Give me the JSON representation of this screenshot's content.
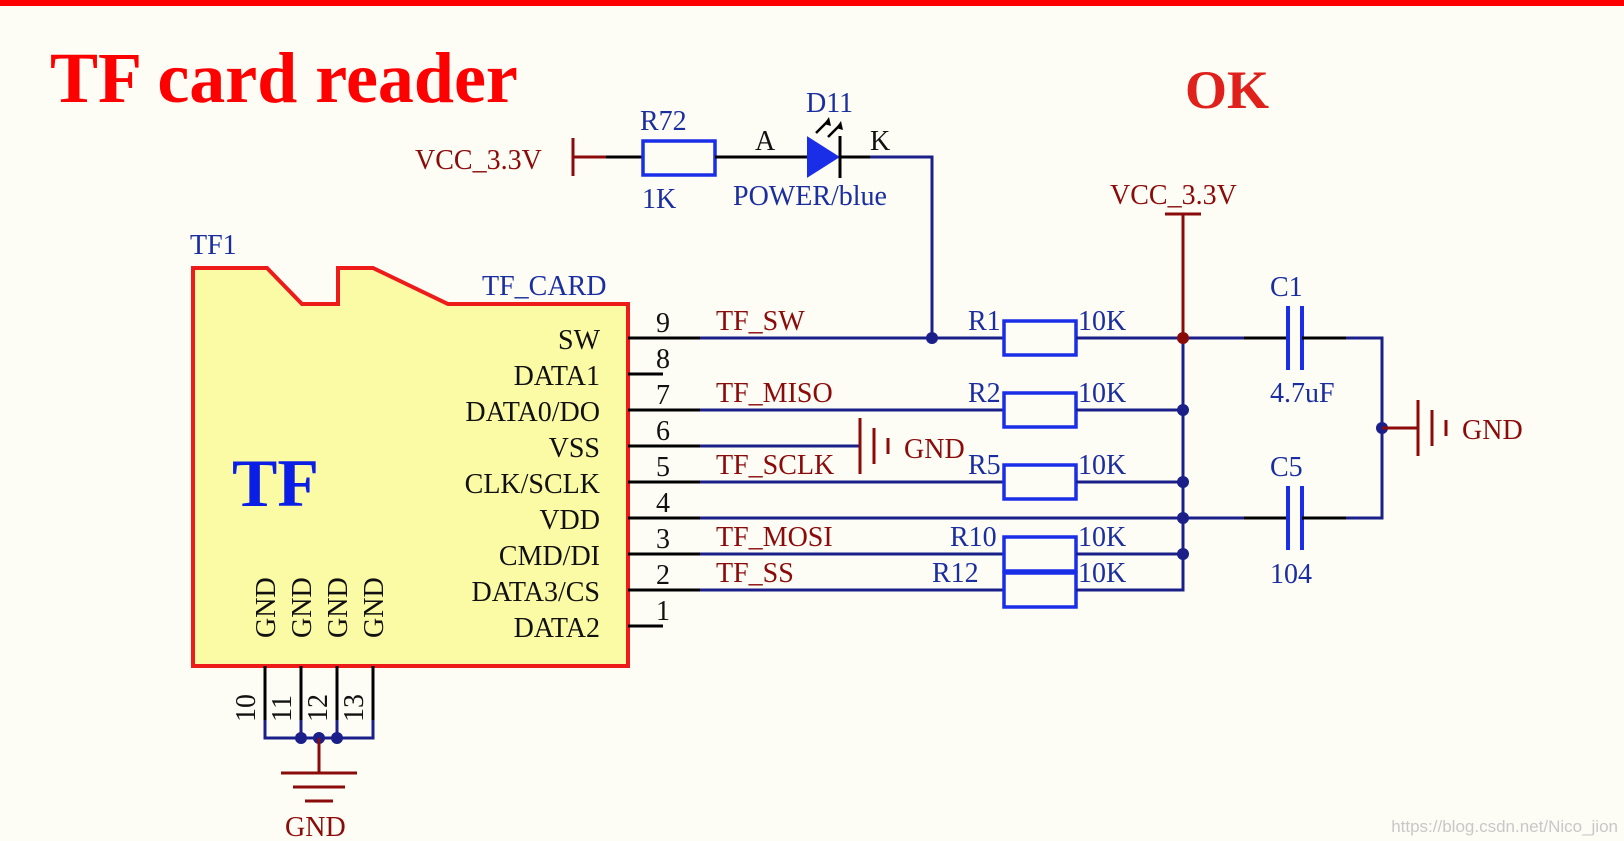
{
  "title": "TF card reader",
  "status": "OK",
  "watermark": "https://blog.csdn.net/Nico_jion",
  "colors": {
    "title_red": "#ff0000",
    "net_blue": "#1a1f8a",
    "power_maroon": "#8b0b0b",
    "component_blue": "#1a2ee8",
    "card_fill": "#fbfba6"
  },
  "card": {
    "designator": "TF1",
    "part": "TF_CARD",
    "label": "TF",
    "pins": [
      {
        "num": "9",
        "name": "SW",
        "net": "TF_SW"
      },
      {
        "num": "8",
        "name": "DATA1",
        "net": ""
      },
      {
        "num": "7",
        "name": "DATA0/DO",
        "net": "TF_MISO"
      },
      {
        "num": "6",
        "name": "VSS",
        "net": ""
      },
      {
        "num": "5",
        "name": "CLK/SCLK",
        "net": "TF_SCLK"
      },
      {
        "num": "4",
        "name": "VDD",
        "net": ""
      },
      {
        "num": "3",
        "name": "CMD/DI",
        "net": "TF_MOSI"
      },
      {
        "num": "2",
        "name": "DATA3/CS",
        "net": "TF_SS"
      },
      {
        "num": "1",
        "name": "DATA2",
        "net": ""
      }
    ],
    "gnd_pins": [
      {
        "num": "10",
        "name": "GND"
      },
      {
        "num": "11",
        "name": "GND"
      },
      {
        "num": "12",
        "name": "GND"
      },
      {
        "num": "13",
        "name": "GND"
      }
    ]
  },
  "led_branch": {
    "power": "VCC_3.3V",
    "resistor": {
      "ref": "R72",
      "value": "1K"
    },
    "led": {
      "ref": "D11",
      "anode": "A",
      "cathode": "K",
      "value": "POWER/blue"
    }
  },
  "pullups": [
    {
      "ref": "R1",
      "value": "10K"
    },
    {
      "ref": "R2",
      "value": "10K"
    },
    {
      "ref": "R5",
      "value": "10K"
    },
    {
      "ref": "R10",
      "value": "10K"
    },
    {
      "ref": "R12",
      "value": "10K"
    }
  ],
  "vcc_right": "VCC_3.3V",
  "capacitors": [
    {
      "ref": "C1",
      "value": "4.7uF"
    },
    {
      "ref": "C5",
      "value": "104"
    }
  ],
  "gnd_labels": {
    "vss": "GND",
    "caps": "GND",
    "card_bottom": "GND"
  }
}
